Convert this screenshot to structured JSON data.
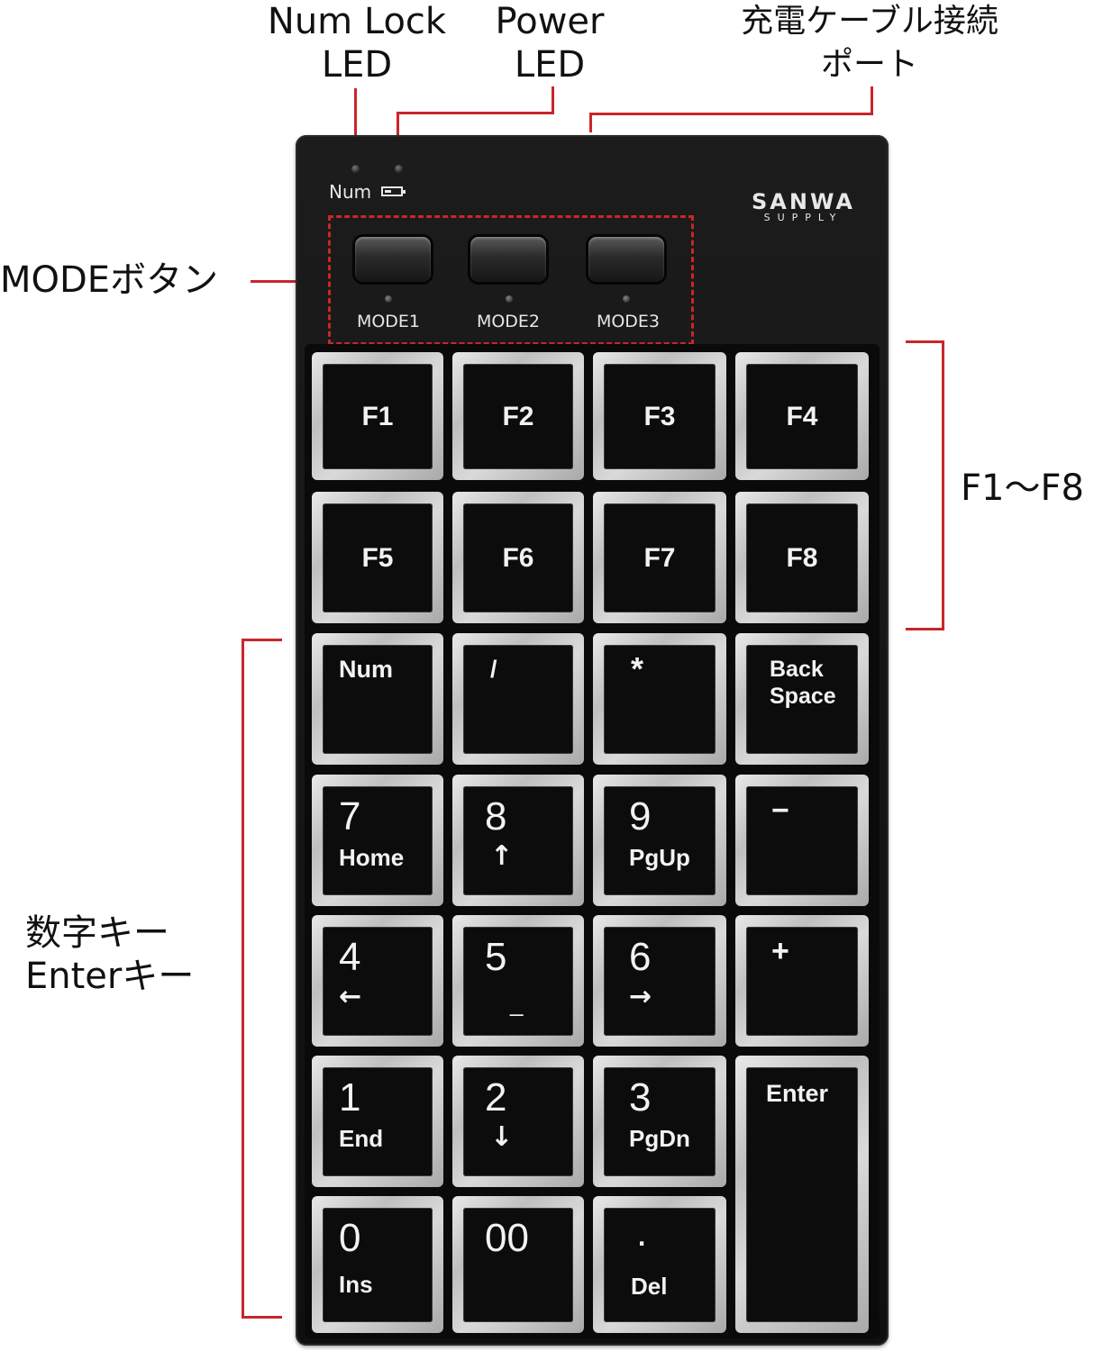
{
  "callouts": {
    "numlock_led": [
      "Num Lock",
      "LED"
    ],
    "power_led": [
      "Power",
      "LED"
    ],
    "charge_port": [
      "充電ケーブル接続",
      "ポート"
    ],
    "mode_buttons": "MODEボタン",
    "f_keys": "F1〜F8",
    "numeric_keys": [
      "数字キー",
      "Enterキー"
    ]
  },
  "device": {
    "num_label": "Num",
    "battery_icon": "battery-icon",
    "brand": {
      "line1": "SANWA",
      "line2": "SUPPLY"
    },
    "mode_labels": [
      "MODE1",
      "MODE2",
      "MODE3"
    ]
  },
  "keys": {
    "f1": "F1",
    "f2": "F2",
    "f3": "F3",
    "f4": "F4",
    "f5": "F5",
    "f6": "F6",
    "f7": "F7",
    "f8": "F8",
    "num": "Num",
    "slash": "/",
    "asterisk": "*",
    "backspace": [
      "Back",
      "Space"
    ],
    "k7": [
      "7",
      "Home"
    ],
    "k8": [
      "8",
      "↑"
    ],
    "k9": [
      "9",
      "PgUp"
    ],
    "minus": "−",
    "k4": [
      "4",
      "←"
    ],
    "k5": [
      "5",
      "_"
    ],
    "k6": [
      "6",
      "→"
    ],
    "plus": "+",
    "k1": [
      "1",
      "End"
    ],
    "k2": [
      "2",
      "↓"
    ],
    "k3": [
      "3",
      "PgDn"
    ],
    "enter": "Enter",
    "k0": [
      "0",
      "Ins"
    ],
    "k00": "00",
    "dot": [
      ".",
      "Del"
    ]
  },
  "colors": {
    "accent": "#c8262a",
    "body": "#111111",
    "keycap_face": "#0c0c0c",
    "key_frame": "#cfcfcf"
  }
}
